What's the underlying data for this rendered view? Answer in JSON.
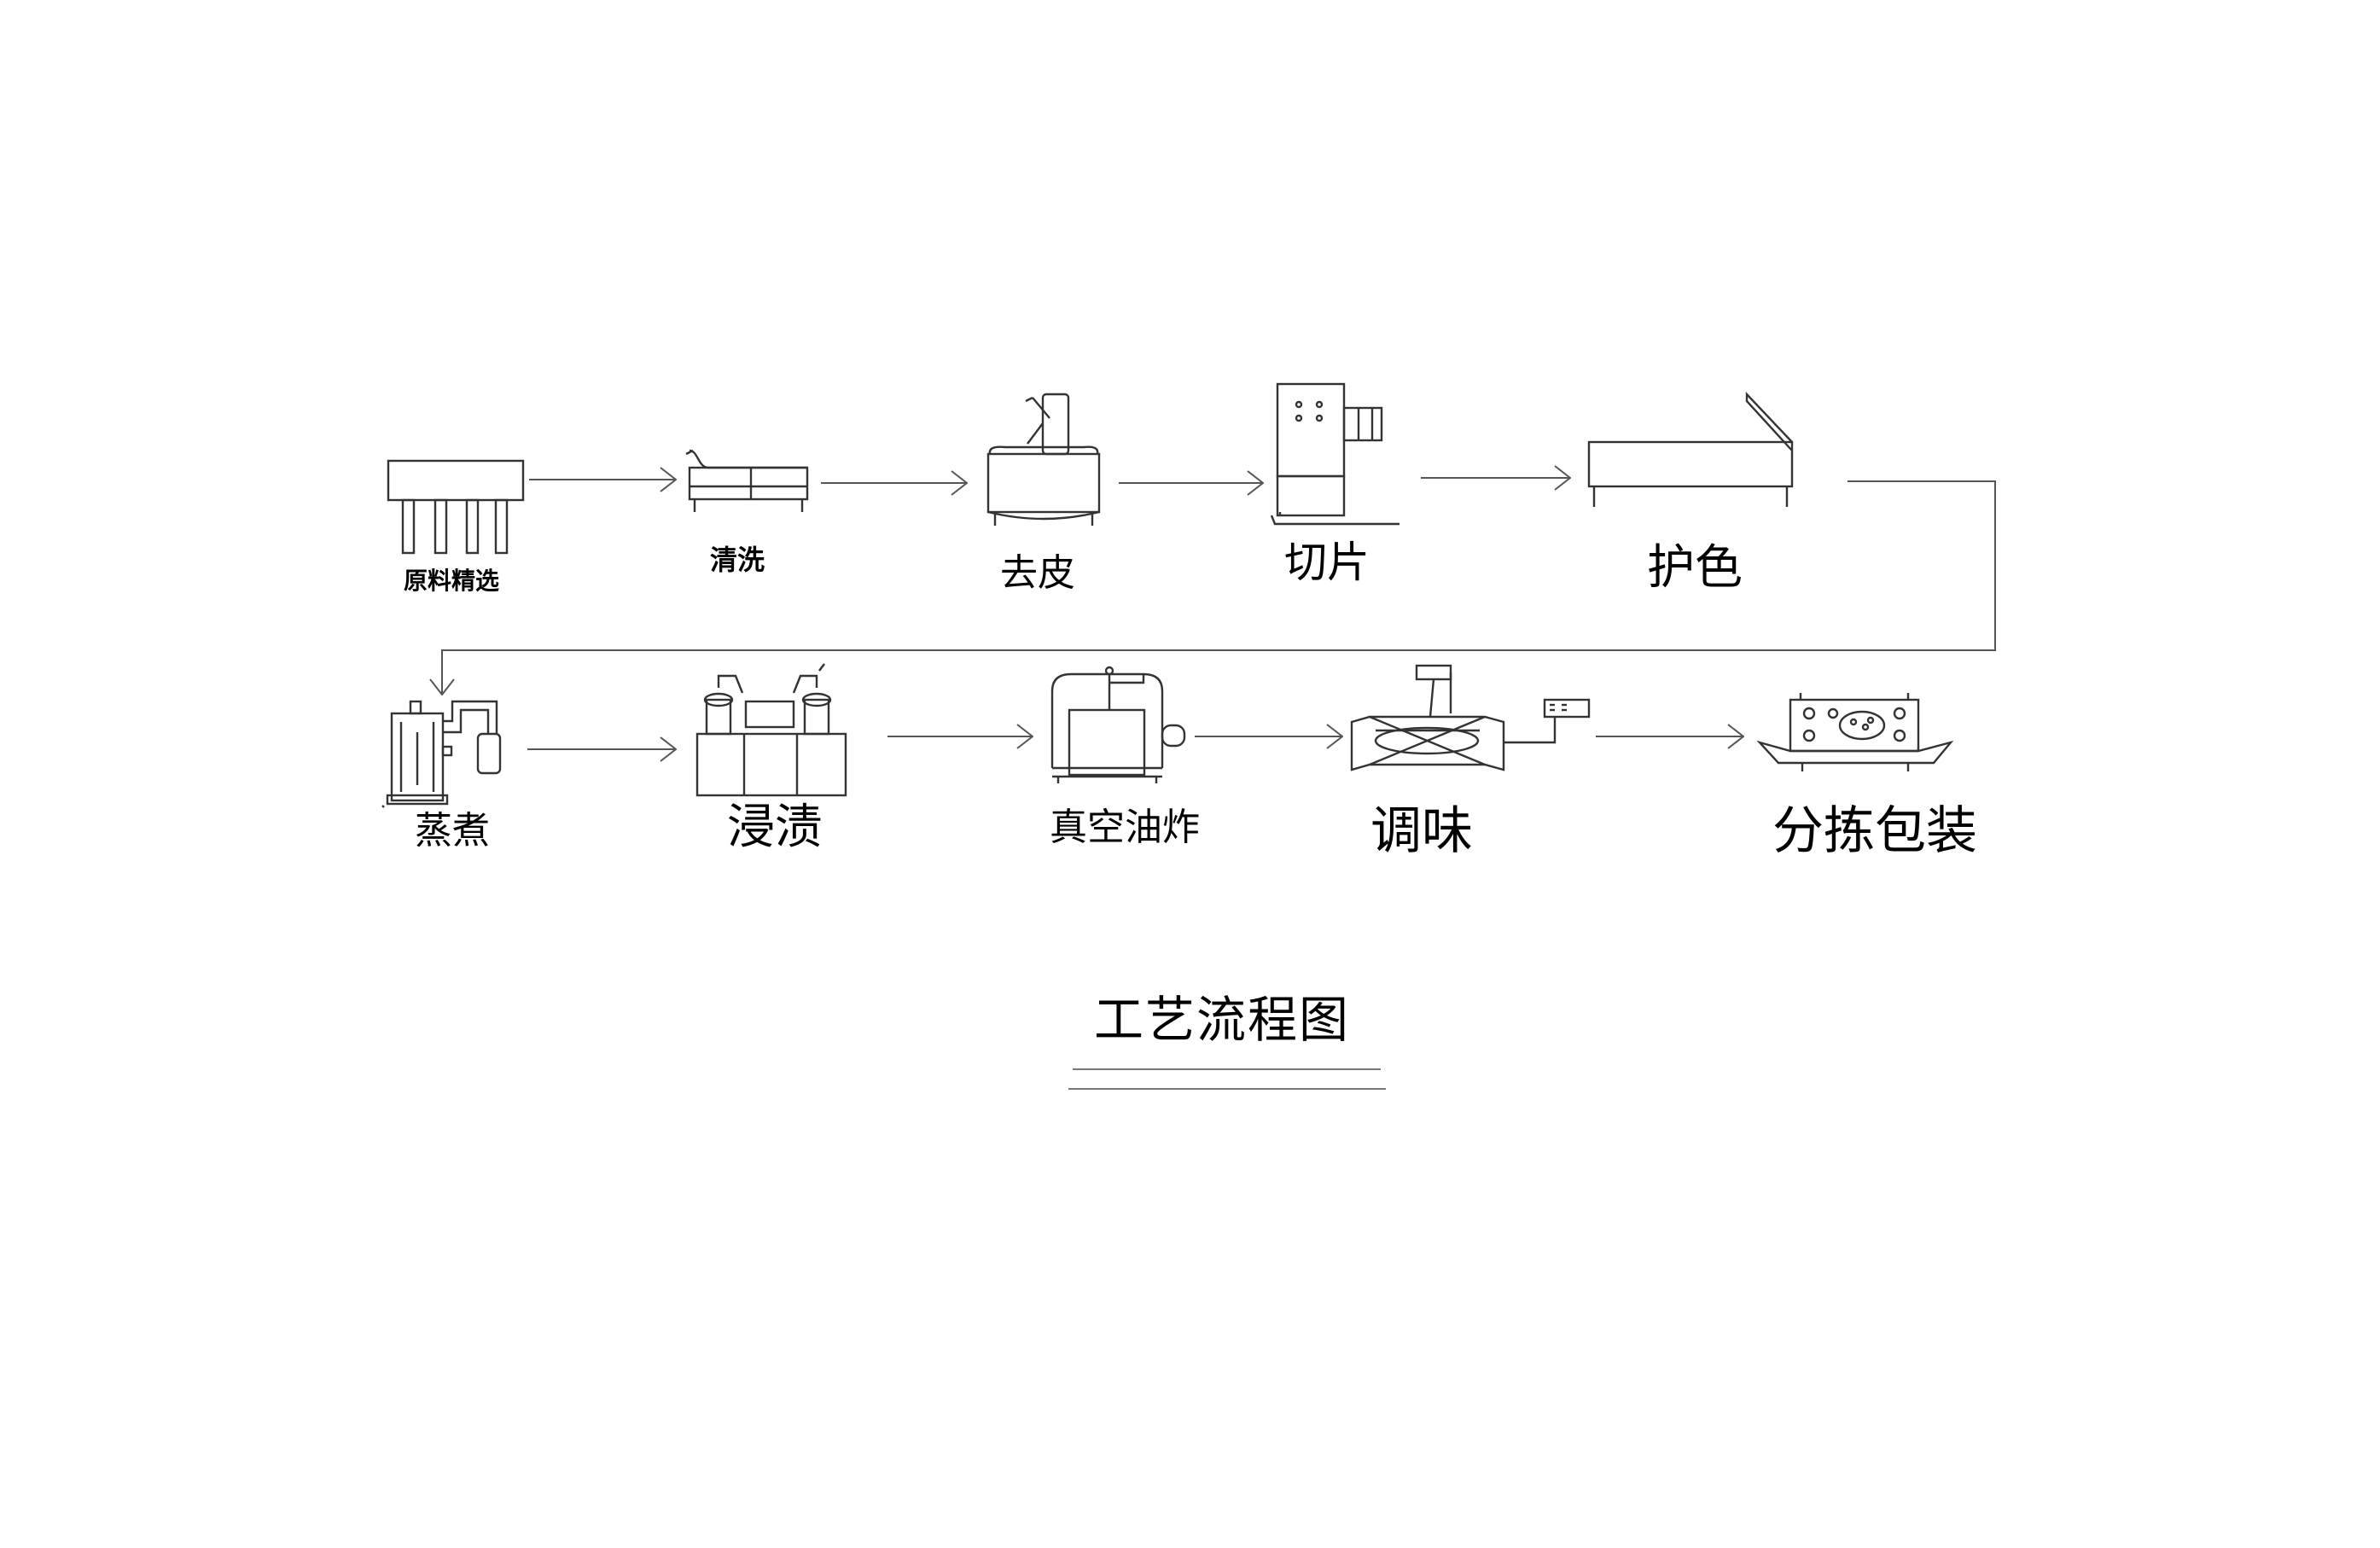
{
  "steps": [
    {
      "label": "原料精选",
      "icon": "selection-table-icon"
    },
    {
      "label": "清洗",
      "icon": "washing-machine-icon"
    },
    {
      "label": "去皮",
      "icon": "peeling-machine-icon"
    },
    {
      "label": "切片",
      "icon": "slicing-machine-icon"
    },
    {
      "label": "护色",
      "icon": "color-protection-tank-icon"
    },
    {
      "label": "蒸煮",
      "icon": "steamer-icon"
    },
    {
      "label": "浸渍",
      "icon": "impregnation-tank-icon"
    },
    {
      "label": "真空油炸",
      "icon": "vacuum-fryer-icon"
    },
    {
      "label": "调味",
      "icon": "seasoning-drum-icon"
    },
    {
      "label": "分拣包装",
      "icon": "sorting-packaging-machine-icon"
    }
  ],
  "title": "工艺流程图"
}
